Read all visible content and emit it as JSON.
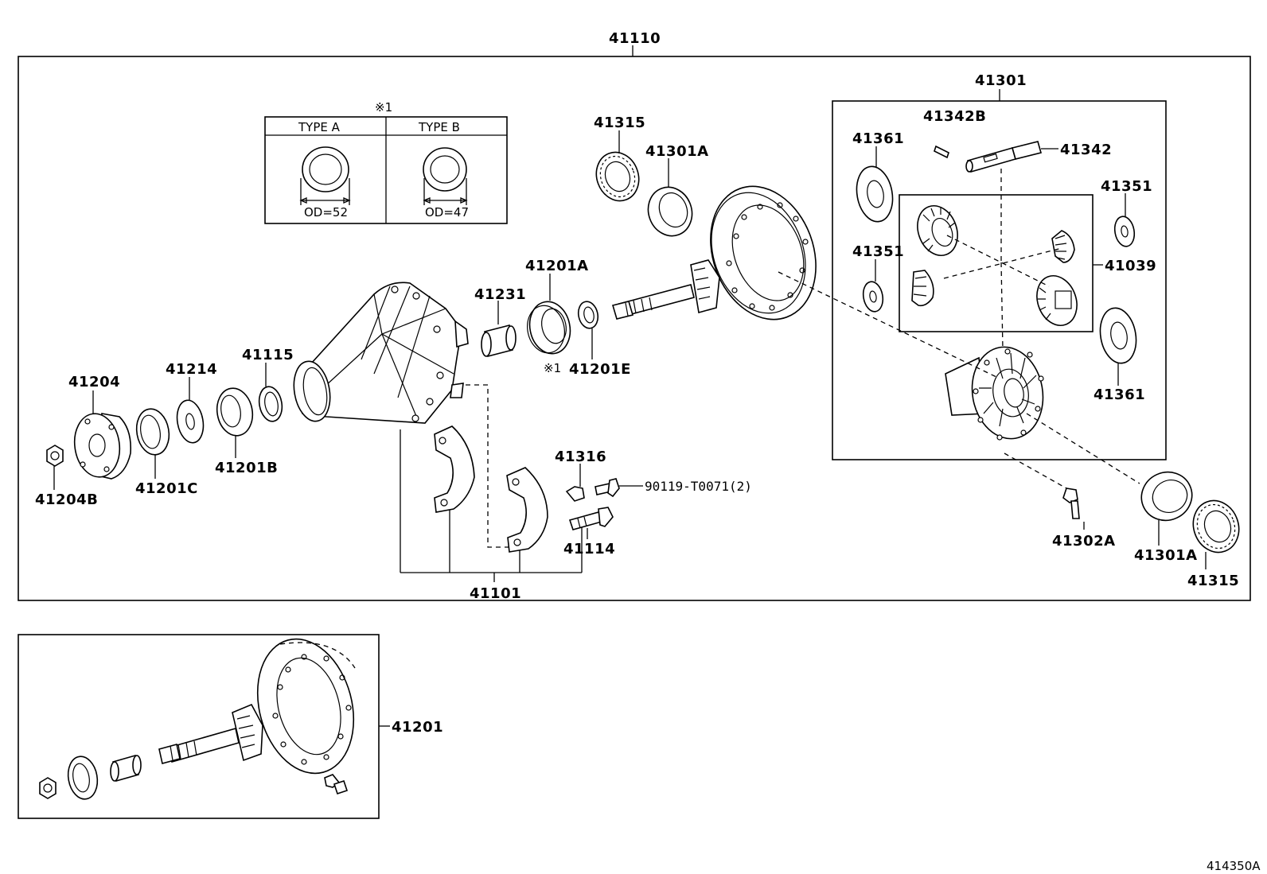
{
  "labels": {
    "p41110": "41110",
    "p41301": "41301",
    "p41315_top": "41315",
    "p41301A_top": "41301A",
    "p41342B": "41342B",
    "p41342": "41342",
    "p41361_top": "41361",
    "p41351_right": "41351",
    "p41351_left": "41351",
    "p41039": "41039",
    "p41361_bottom": "41361",
    "p41201A": "41201A",
    "p41231": "41231",
    "p41201E": "41201E",
    "note_mark_41201E": "※1",
    "p41115": "41115",
    "p41214": "41214",
    "p41204": "41204",
    "p41204B": "41204B",
    "p41201C": "41201C",
    "p41201B": "41201B",
    "p41316": "41316",
    "p90119": "90119-T0071(2)",
    "p41114": "41114",
    "p41101": "41101",
    "p41302A": "41302A",
    "p41301A_bottom": "41301A",
    "p41315_bottom": "41315",
    "p41201": "41201",
    "figure_id": "414350A"
  },
  "type_table": {
    "note": "※1",
    "col_a": "TYPE A",
    "col_b": "TYPE B",
    "od_a": "OD=52",
    "od_b": "OD=47"
  }
}
